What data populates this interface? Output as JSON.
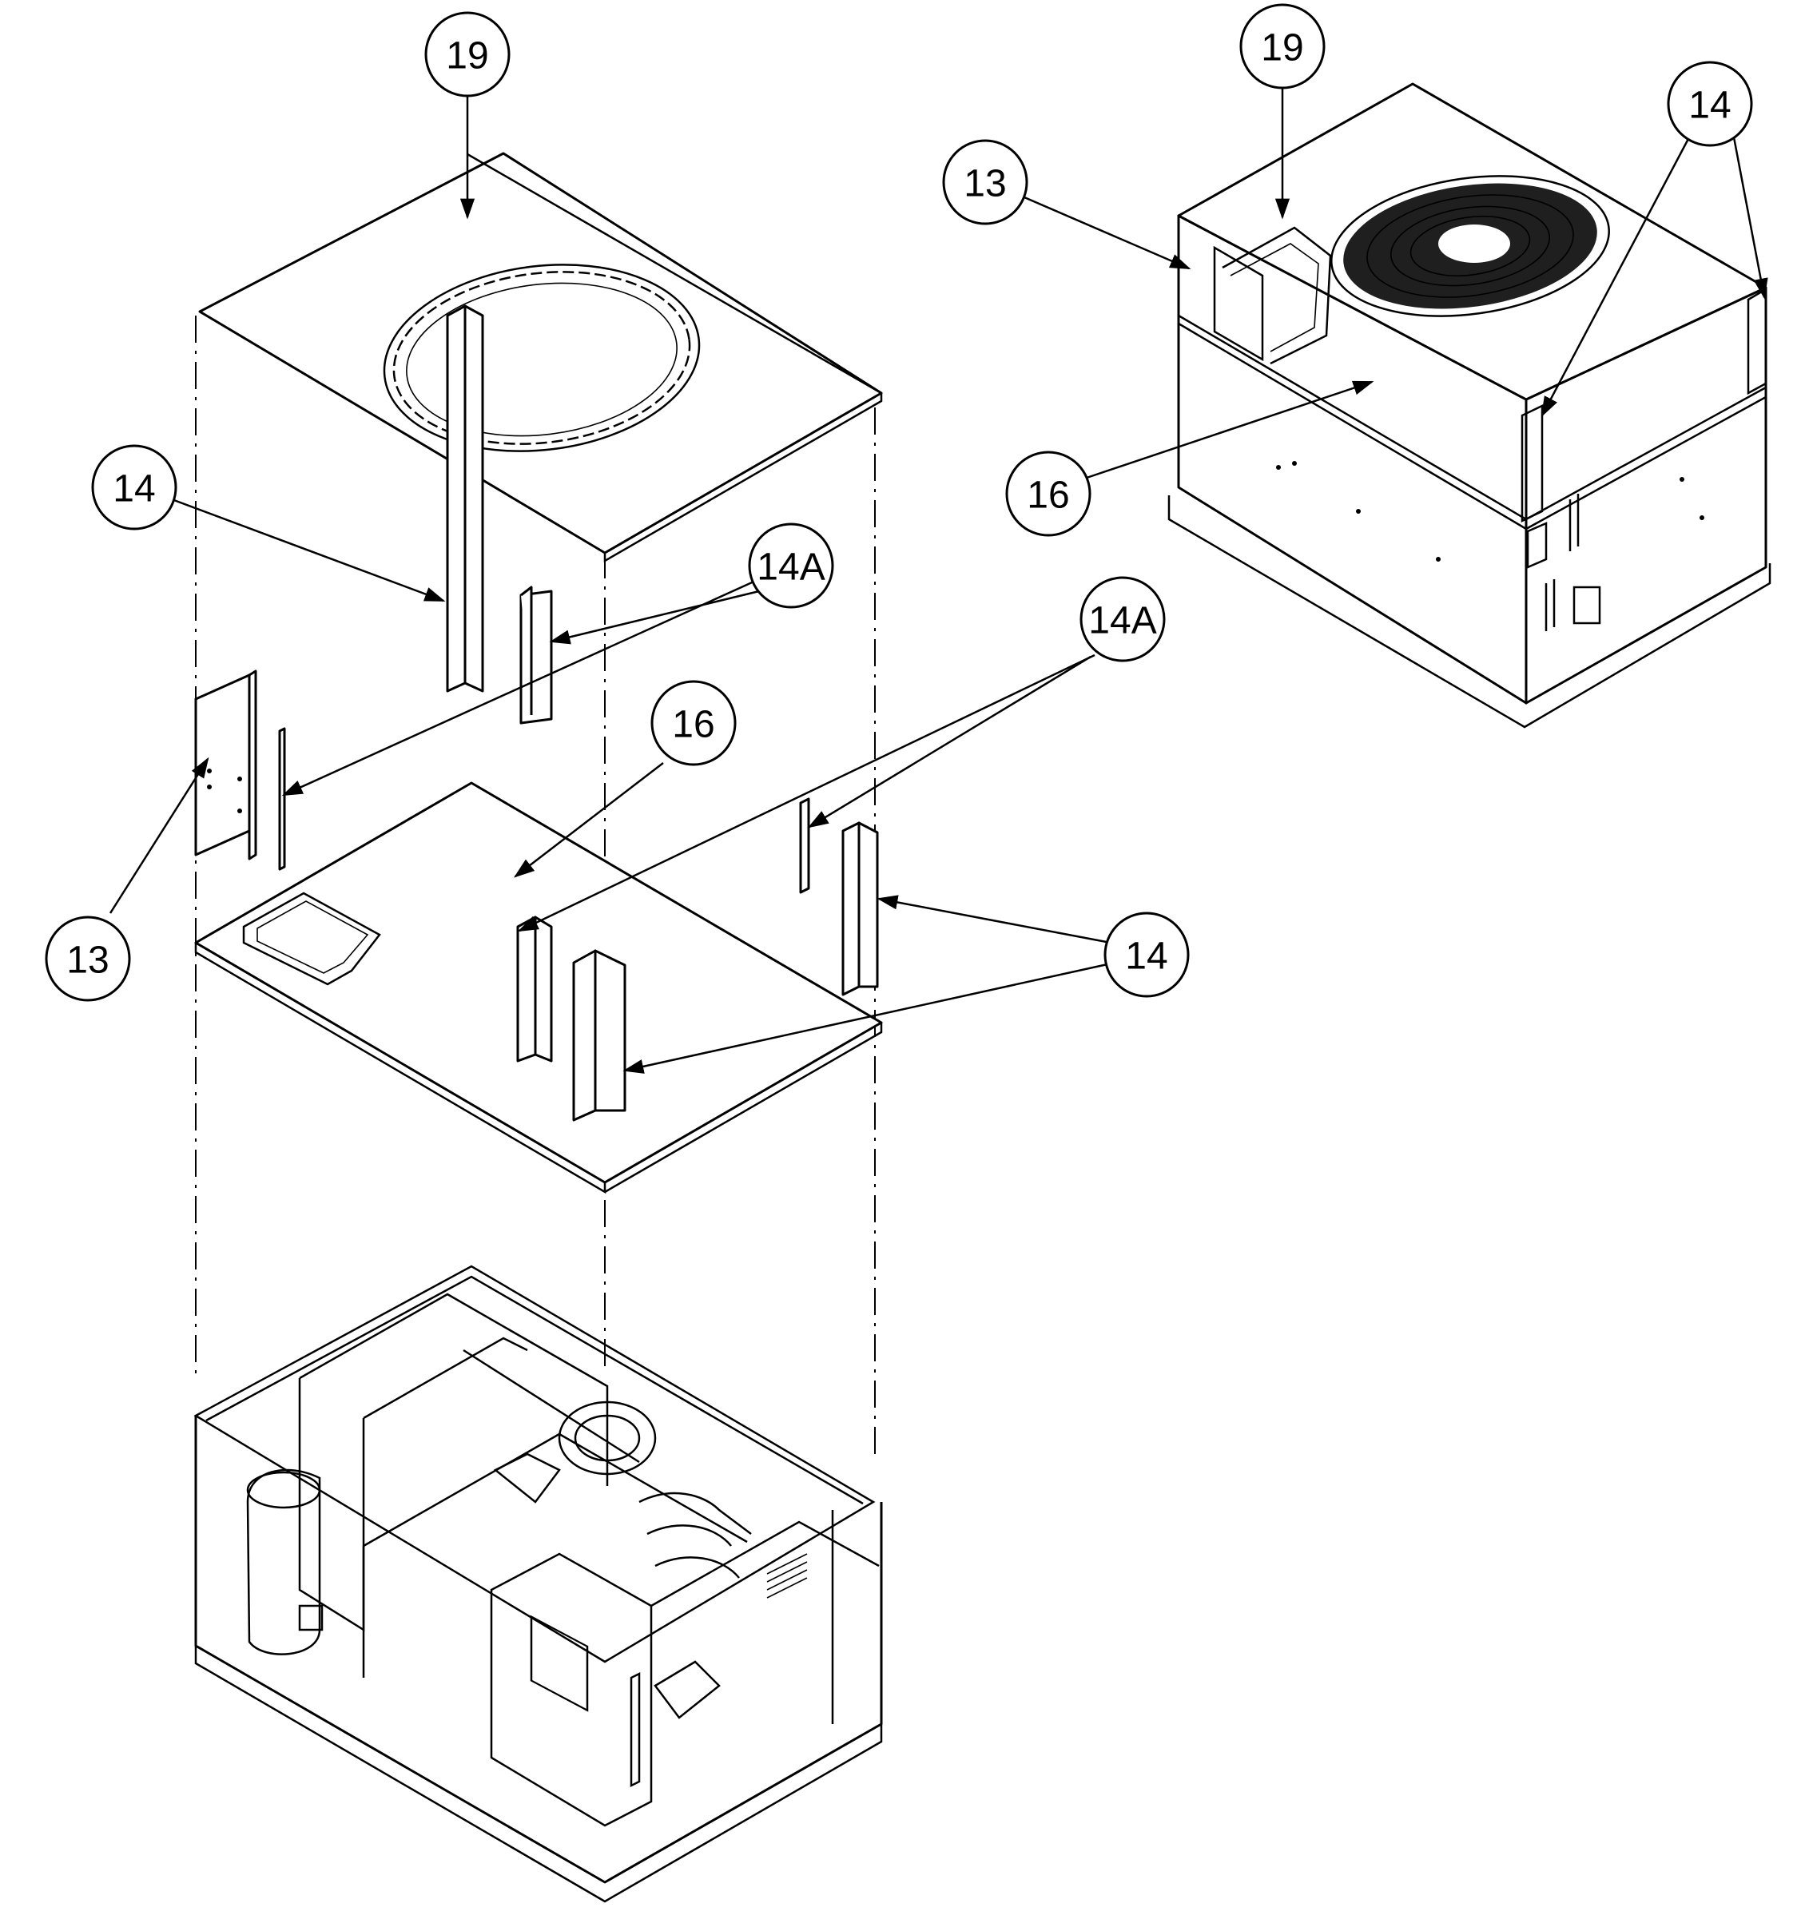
{
  "callouts": {
    "c19_left": "19",
    "c19_right": "19",
    "c13_right": "13",
    "c14_right": "14",
    "c16_right": "16",
    "c14_left_top": "14",
    "c14a_left": "14A",
    "c16_left": "16",
    "c14a_right": "14A",
    "c13_left": "13",
    "c14_left_bottom": "14"
  },
  "colors": {
    "ink": "#000000",
    "paper": "#ffffff"
  },
  "icons": {
    "arrowhead": "arrowhead-icon",
    "fan_grille": "fan-grille-icon"
  }
}
